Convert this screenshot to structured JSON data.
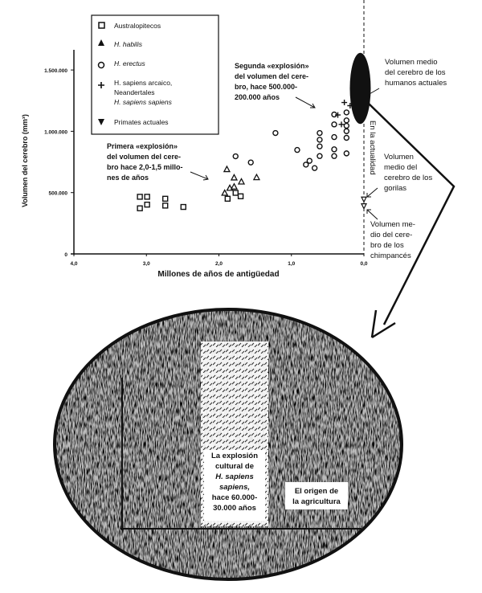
{
  "chart_data": {
    "type": "scatter",
    "xlabel": "Millones de años de antigüedad",
    "ylabel": "Volumen del cerebro (mm³)",
    "xlim": [
      4.0,
      0.0
    ],
    "ylim": [
      0,
      1700000
    ],
    "x_ticks": [
      "4,0",
      "3,0",
      "2,0",
      "1,0",
      "0,0"
    ],
    "x_tick_values": [
      4,
      3,
      2,
      1,
      0
    ],
    "y_ticks": [
      "0",
      "500.000",
      "1.000.000",
      "1.500.000"
    ],
    "y_tick_values": [
      0,
      500000,
      1000000,
      1500000
    ],
    "legend_position": "top-left",
    "series": [
      {
        "name": "Australopitecos",
        "marker": "square",
        "points": [
          [
            3.09,
            466000
          ],
          [
            2.99,
            466000
          ],
          [
            3.09,
            372000
          ],
          [
            2.99,
            402000
          ],
          [
            2.74,
            450000
          ],
          [
            2.74,
            394000
          ],
          [
            2.49,
            383000
          ],
          [
            1.88,
            450000
          ],
          [
            1.7,
            470000
          ],
          [
            1.77,
            498000
          ]
        ]
      },
      {
        "name": "H. habilis",
        "marker": "triangle",
        "points": [
          [
            1.89,
            691000
          ],
          [
            1.79,
            623000
          ],
          [
            1.69,
            590000
          ],
          [
            1.48,
            625000
          ],
          [
            1.92,
            498000
          ],
          [
            1.85,
            538000
          ],
          [
            1.79,
            549000
          ]
        ]
      },
      {
        "name": "H. erectus",
        "marker": "circle",
        "points": [
          [
            1.77,
            796000
          ],
          [
            1.56,
            746000
          ],
          [
            1.22,
            986000
          ],
          [
            0.92,
            848000
          ],
          [
            0.8,
            728000
          ],
          [
            0.75,
            759000
          ],
          [
            0.68,
            700000
          ],
          [
            0.61,
            986000
          ],
          [
            0.61,
            931000
          ],
          [
            0.61,
            877000
          ],
          [
            0.61,
            798000
          ],
          [
            0.41,
            1137000
          ],
          [
            0.41,
            1056000
          ],
          [
            0.41,
            953000
          ],
          [
            0.41,
            853000
          ],
          [
            0.41,
            798000
          ],
          [
            0.24,
            1154000
          ],
          [
            0.24,
            1089000
          ],
          [
            0.24,
            1045000
          ],
          [
            0.24,
            1001000
          ],
          [
            0.24,
            947000
          ],
          [
            0.24,
            820000
          ]
        ]
      },
      {
        "name": "H. sapiens arcaico, Neandertales / H. sapiens sapiens",
        "legend_lines": [
          "H. sapiens arcaico,",
          "Neandertales",
          "H. sapiens sapiens"
        ],
        "marker": "plus",
        "points": [
          [
            0.27,
            1235000
          ],
          [
            0.36,
            1133000
          ],
          [
            0.31,
            1056000
          ],
          [
            0.19,
            1209000
          ]
        ]
      },
      {
        "name": "Primates actuales",
        "marker": "triangle-down",
        "points": [
          [
            0.0,
            444000
          ],
          [
            0.0,
            389000
          ]
        ]
      }
    ],
    "modern_human_range": {
      "x": 0.05,
      "y_min": 1060000,
      "y_max": 1640000
    },
    "annotations": {
      "second_explosion": [
        "Segunda «explosión»",
        "del volumen del cere-",
        "bro, hace 500.000-",
        "200.000 años"
      ],
      "first_explosion": [
        "Primera «explosión»",
        "del volumen del cere-",
        "bro hace 2,0-1,5 millo-",
        "nes de años"
      ],
      "humans": [
        "Volumen medio",
        "del cerebro de los",
        "humanos actuales"
      ],
      "today": "En la actualidad",
      "gorillas": [
        "Volumen",
        "medio del",
        "cerebro de los",
        "gorilas"
      ],
      "chimps": [
        "Volumen me-",
        "dio del cere-",
        "bro de los",
        "chimpancés"
      ]
    }
  },
  "inset": {
    "cultural_explosion": [
      "La explosión",
      "cultural de",
      "H. sapiens",
      "sapiens,",
      "hace 60.000-",
      "30.000 años"
    ],
    "agriculture": [
      "El origen de",
      "la agricultura"
    ]
  }
}
